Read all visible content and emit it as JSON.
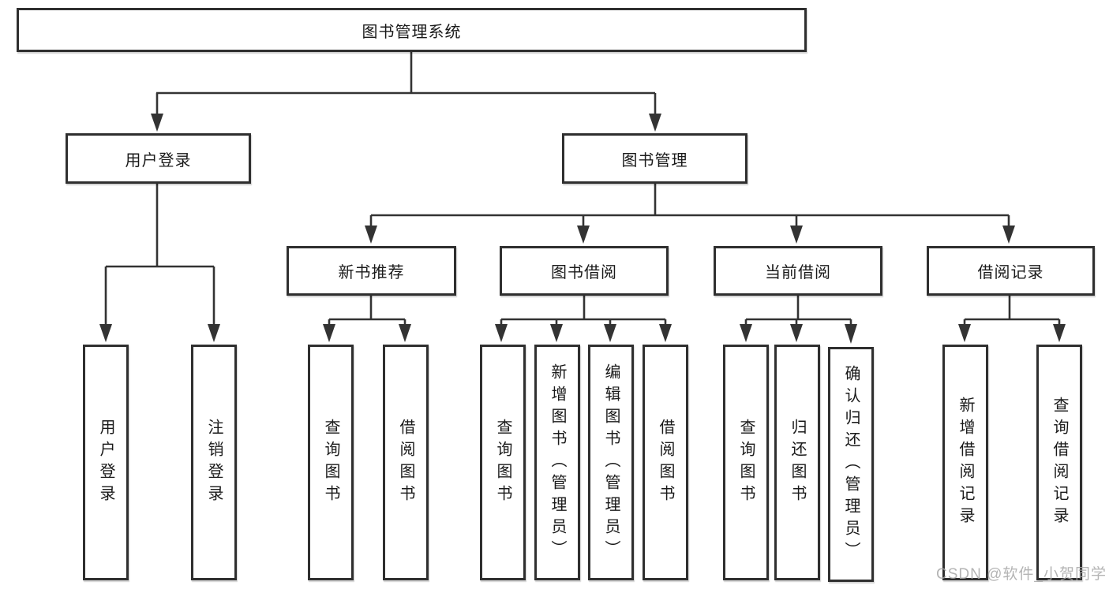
{
  "diagram": {
    "title": "图书管理系统",
    "nodes": {
      "root": {
        "label": "图书管理系统"
      },
      "level2": [
        {
          "label": "用户登录"
        },
        {
          "label": "图书管理"
        }
      ],
      "level3": [
        {
          "label": "新书推荐",
          "parent": "图书管理"
        },
        {
          "label": "图书借阅",
          "parent": "图书管理"
        },
        {
          "label": "当前借阅",
          "parent": "图书管理"
        },
        {
          "label": "借阅记录",
          "parent": "图书管理"
        }
      ],
      "leaves": [
        {
          "label": "用户登录",
          "parent": "用户登录"
        },
        {
          "label": "注销登录",
          "parent": "用户登录"
        },
        {
          "label": "查询图书",
          "parent": "新书推荐"
        },
        {
          "label": "借阅图书",
          "parent": "新书推荐"
        },
        {
          "label": "查询图书",
          "parent": "图书借阅"
        },
        {
          "label": "新增图书（管理员）",
          "parent": "图书借阅"
        },
        {
          "label": "编辑图书（管理员）",
          "parent": "图书借阅"
        },
        {
          "label": "借阅图书",
          "parent": "图书借阅"
        },
        {
          "label": "查询图书",
          "parent": "当前借阅"
        },
        {
          "label": "归还图书",
          "parent": "当前借阅"
        },
        {
          "label": "确认归还（管理员）",
          "parent": "当前借阅"
        },
        {
          "label": "新增借阅记录",
          "parent": "借阅记录"
        },
        {
          "label": "查询借阅记录",
          "parent": "借阅记录"
        }
      ]
    },
    "watermark": "CSDN @软件_小贺同学",
    "colors": {
      "line": "#333333",
      "box_border": "#2f2f2f",
      "text": "#1a1a1a",
      "background": "#ffffff",
      "watermark": "#a8a8a8"
    }
  }
}
